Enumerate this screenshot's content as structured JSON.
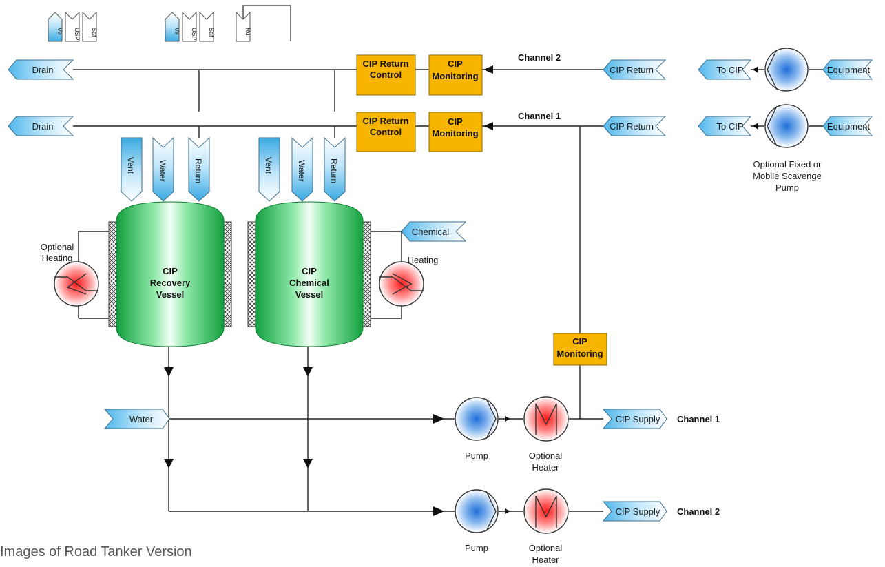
{
  "top_icons": {
    "group1": [
      "Ve",
      "USP",
      "Saf"
    ],
    "group2": [
      "Ve",
      "USP",
      "Saf",
      "Ru"
    ]
  },
  "drains": {
    "top": "Drain",
    "bottom": "Drain"
  },
  "return_control": {
    "upper": [
      "CIP Return",
      "Control"
    ],
    "lower": [
      "CIP Return",
      "Control"
    ]
  },
  "monitoring": {
    "upper": [
      "CIP",
      "Monitoring"
    ],
    "lower": [
      "CIP",
      "Monitoring"
    ],
    "supply": [
      "CIP",
      "Monitoring"
    ]
  },
  "channels": {
    "ch2_return": "Channel 2",
    "ch1_return": "Channel 1",
    "ch1_supply": "Channel 1",
    "ch2_supply": "Channel 2"
  },
  "cip_return": {
    "upper": "CIP Return",
    "lower": "CIP Return"
  },
  "scavenge": {
    "to_cip_1": "To CIP",
    "equipment_1": "Equipment",
    "to_cip_2": "To CIP",
    "equipment_2": "Equipment",
    "caption": [
      "Optional Fixed or",
      "Mobile Scavenge",
      "Pump"
    ]
  },
  "recovery_vessel": {
    "flags": [
      "Vent",
      "Water",
      "Return"
    ],
    "label": [
      "CIP",
      "Recovery",
      "Vessel"
    ],
    "heating": [
      "Optional",
      "Heating"
    ]
  },
  "chemical_vessel": {
    "flags": [
      "Vent",
      "Water",
      "Return"
    ],
    "label": [
      "CIP",
      "Chemical",
      "Vessel"
    ],
    "heating": "Heating",
    "chemical": "Chemical"
  },
  "water_inlet": "Water",
  "supply": {
    "ch1_pump": "Pump",
    "ch1_heater": [
      "Optional",
      "Heater"
    ],
    "ch1_supply": "CIP Supply",
    "ch2_pump": "Pump",
    "ch2_heater": [
      "Optional",
      "Heater"
    ],
    "ch2_supply": "CIP Supply"
  },
  "caption": "Images of Road Tanker Version",
  "colors": {
    "box": "#f7b500",
    "vessel": "#1fa84a",
    "pump": "#2f7fd6",
    "heater": "#e82b2b",
    "line": "#222222"
  }
}
